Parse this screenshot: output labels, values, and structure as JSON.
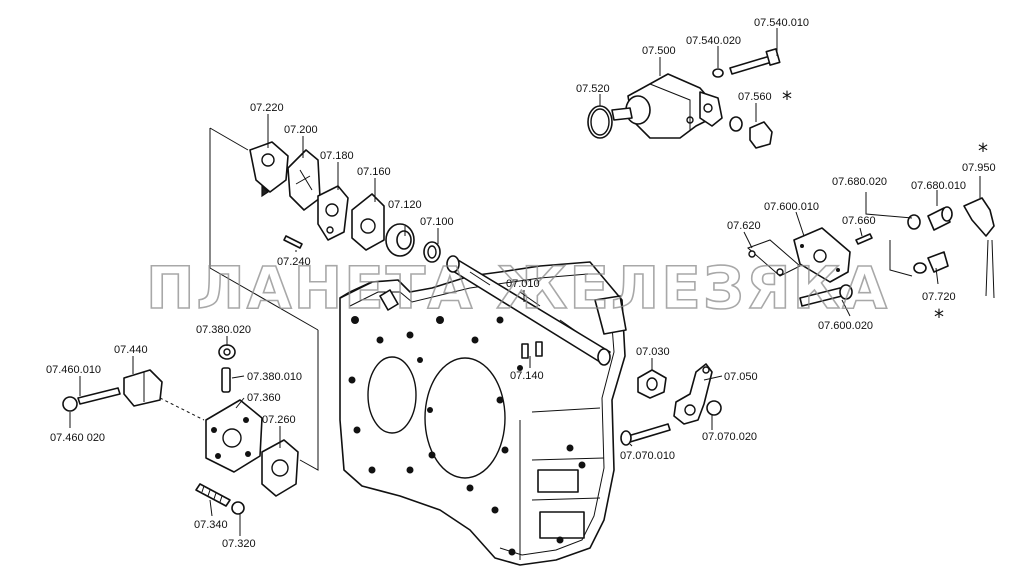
{
  "watermark": "ПЛАНЕТА ЖЕЛЕЗЯКА",
  "labels": {
    "l07_540_010": "07.540.010",
    "l07_540_020": "07.540.020",
    "l07_500": "07.500",
    "l07_520": "07.520",
    "l07_560": "07.560",
    "l07_220": "07.220",
    "l07_200": "07.200",
    "l07_180": "07.180",
    "l07_160": "07.160",
    "l07_120": "07.120",
    "l07_100": "07.100",
    "l07_240": "07.240",
    "l07_010": "07.010",
    "l07_680_020": "07.680.020",
    "l07_680_010": "07.680.010",
    "l07_950": "07.950",
    "l07_600_010": "07.600.010",
    "l07_620": "07.620",
    "l07_660": "07.660",
    "l07_720": "07.720",
    "l07_600_020": "07.600.020",
    "l07_380_020": "07.380.020",
    "l07_440": "07.440",
    "l07_460_010": "07.460.010",
    "l07_380_010": "07.380.010",
    "l07_360": "07.360",
    "l07_460_020": "07.460 020",
    "l07_260": "07.260",
    "l07_140": "07.140",
    "l07_030": "07.030",
    "l07_050": "07.050",
    "l07_070_020": "07.070.020",
    "l07_070_010": "07.070.010",
    "l07_340": "07.340",
    "l07_320": "07.320"
  },
  "asterisk": "*"
}
